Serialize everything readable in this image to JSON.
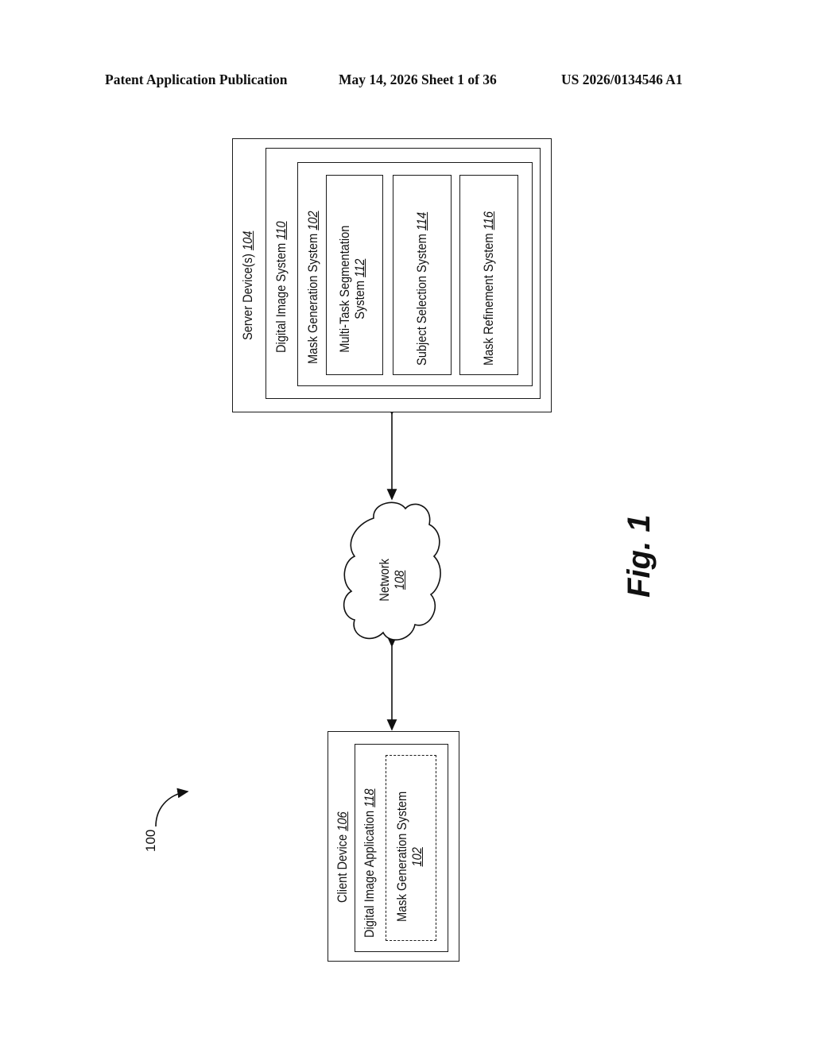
{
  "header": {
    "left": "Patent Application Publication",
    "middle": "May 14, 2026  Sheet 1 of 36",
    "right": "US 2026/0134546 A1"
  },
  "reference_numeral": "100",
  "figure_label": "Fig. 1",
  "server": {
    "label": "Server Device(s)",
    "ref": "104",
    "digital_image_system": {
      "label": "Digital Image System",
      "ref": "110"
    },
    "mask_generation_system": {
      "label": "Mask Generation System",
      "ref": "102"
    },
    "subsystems": [
      {
        "label_line1": "Multi-Task Segmentation",
        "label_line2": "System",
        "ref": "112"
      },
      {
        "label": "Subject Selection System",
        "ref": "114"
      },
      {
        "label": "Mask Refinement System",
        "ref": "116"
      }
    ]
  },
  "network": {
    "label": "Network",
    "ref": "108"
  },
  "client": {
    "label": "Client Device",
    "ref": "106",
    "app": {
      "label": "Digital Image Application",
      "ref": "118"
    },
    "mask_generation_system": {
      "label": "Mask Generation System",
      "ref": "102"
    }
  }
}
